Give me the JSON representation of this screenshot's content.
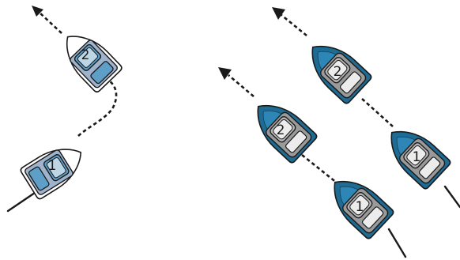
{
  "colors": {
    "light_hull_fill": "#ffffff",
    "light_deck_fill": "#9fb3cc",
    "light_console_fill": "#5e9fc8",
    "light_seat_fill": "#bcd6e6",
    "dark_hull_fill": "#1e6b94",
    "dark_deck_fill": "#9a9a9a",
    "dark_console_fill": "#b4b4b4",
    "dark_seat_fill": "#ececec",
    "outline": "#1a1a1a"
  },
  "icons": {
    "light_boat": "small-boat-top-view-light-blue",
    "dark_boat": "small-boat-top-view-dark-blue",
    "arrow": "arrow-head"
  },
  "scene_left": {
    "lead_boat_number": "2",
    "follow_boat_number": "1"
  },
  "scene_right": {
    "column_a_lead_number": "2",
    "column_a_follow_number": "1",
    "column_b_lead_number": "2",
    "column_b_follow_number": "1"
  }
}
